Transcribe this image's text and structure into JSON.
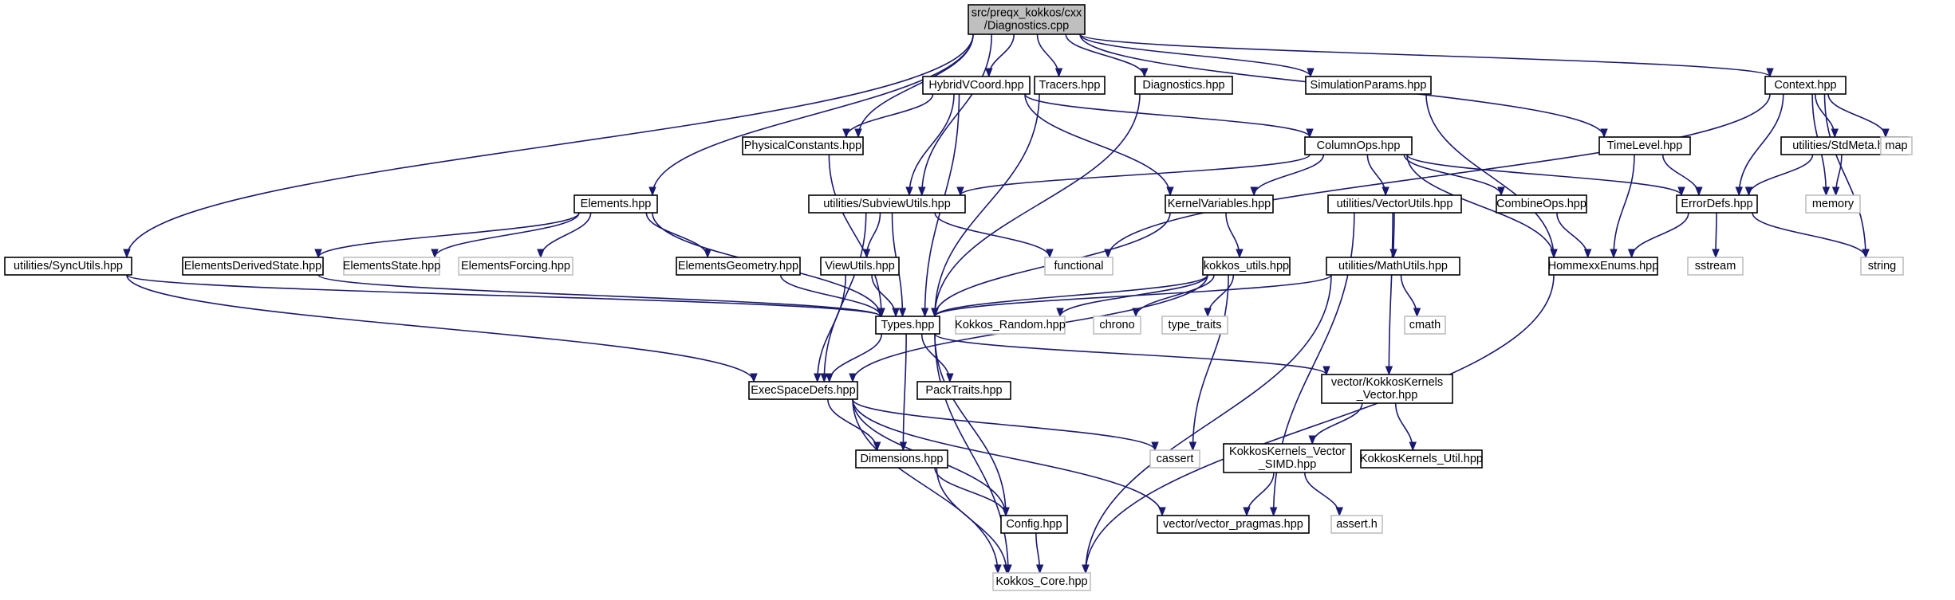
{
  "graph": {
    "nodes": [
      {
        "id": "diag_cpp",
        "lines": [
          "src/preqx_kokkos/cxx",
          "/Diagnostics.cpp"
        ],
        "style": "root"
      },
      {
        "id": "hybrid",
        "lines": [
          "HybridVCoord.hpp"
        ],
        "style": "solid"
      },
      {
        "id": "tracers",
        "lines": [
          "Tracers.hpp"
        ],
        "style": "solid"
      },
      {
        "id": "diag_hpp",
        "lines": [
          "Diagnostics.hpp"
        ],
        "style": "solid"
      },
      {
        "id": "simparams",
        "lines": [
          "SimulationParams.hpp"
        ],
        "style": "solid"
      },
      {
        "id": "context",
        "lines": [
          "Context.hpp"
        ],
        "style": "solid"
      },
      {
        "id": "physconst",
        "lines": [
          "PhysicalConstants.hpp"
        ],
        "style": "solid"
      },
      {
        "id": "columnops",
        "lines": [
          "ColumnOps.hpp"
        ],
        "style": "solid"
      },
      {
        "id": "timelevel",
        "lines": [
          "TimeLevel.hpp"
        ],
        "style": "solid"
      },
      {
        "id": "stdmeta",
        "lines": [
          "utilities/StdMeta.hpp"
        ],
        "style": "solid"
      },
      {
        "id": "map",
        "lines": [
          "map"
        ],
        "style": "gray"
      },
      {
        "id": "elements",
        "lines": [
          "Elements.hpp"
        ],
        "style": "solid"
      },
      {
        "id": "subview",
        "lines": [
          "utilities/SubviewUtils.hpp"
        ],
        "style": "solid"
      },
      {
        "id": "kernelvars",
        "lines": [
          "KernelVariables.hpp"
        ],
        "style": "solid"
      },
      {
        "id": "vectorutils",
        "lines": [
          "utilities/VectorUtils.hpp"
        ],
        "style": "solid"
      },
      {
        "id": "combineops",
        "lines": [
          "CombineOps.hpp"
        ],
        "style": "solid"
      },
      {
        "id": "errordefs",
        "lines": [
          "ErrorDefs.hpp"
        ],
        "style": "solid"
      },
      {
        "id": "memory",
        "lines": [
          "memory"
        ],
        "style": "gray"
      },
      {
        "id": "syncutils",
        "lines": [
          "utilities/SyncUtils.hpp"
        ],
        "style": "solid"
      },
      {
        "id": "elemderived",
        "lines": [
          "ElementsDerivedState.hpp"
        ],
        "style": "solid"
      },
      {
        "id": "elemstate",
        "lines": [
          "ElementsState.hpp"
        ],
        "style": "gray"
      },
      {
        "id": "elemforcing",
        "lines": [
          "ElementsForcing.hpp"
        ],
        "style": "gray"
      },
      {
        "id": "elemgeom",
        "lines": [
          "ElementsGeometry.hpp"
        ],
        "style": "solid"
      },
      {
        "id": "viewutils",
        "lines": [
          "ViewUtils.hpp"
        ],
        "style": "solid"
      },
      {
        "id": "functional",
        "lines": [
          "functional"
        ],
        "style": "gray"
      },
      {
        "id": "kokkosutils",
        "lines": [
          "kokkos_utils.hpp"
        ],
        "style": "solid"
      },
      {
        "id": "mathutils",
        "lines": [
          "utilities/MathUtils.hpp"
        ],
        "style": "solid"
      },
      {
        "id": "hommexx",
        "lines": [
          "HommexxEnums.hpp"
        ],
        "style": "solid"
      },
      {
        "id": "sstream",
        "lines": [
          "sstream"
        ],
        "style": "gray"
      },
      {
        "id": "string",
        "lines": [
          "string"
        ],
        "style": "gray"
      },
      {
        "id": "types",
        "lines": [
          "Types.hpp"
        ],
        "style": "solid"
      },
      {
        "id": "kokkosrandom",
        "lines": [
          "Kokkos_Random.hpp"
        ],
        "style": "gray"
      },
      {
        "id": "chrono",
        "lines": [
          "chrono"
        ],
        "style": "gray"
      },
      {
        "id": "typetraits",
        "lines": [
          "type_traits"
        ],
        "style": "gray"
      },
      {
        "id": "cmath",
        "lines": [
          "cmath"
        ],
        "style": "gray"
      },
      {
        "id": "execspace",
        "lines": [
          "ExecSpaceDefs.hpp"
        ],
        "style": "solid"
      },
      {
        "id": "packtraits",
        "lines": [
          "PackTraits.hpp"
        ],
        "style": "solid"
      },
      {
        "id": "kkvector",
        "lines": [
          "vector/KokkosKernels",
          "_Vector.hpp"
        ],
        "style": "solid"
      },
      {
        "id": "dimensions",
        "lines": [
          "Dimensions.hpp"
        ],
        "style": "solid"
      },
      {
        "id": "cassert",
        "lines": [
          "cassert"
        ],
        "style": "gray"
      },
      {
        "id": "kkvecsimd",
        "lines": [
          "KokkosKernels_Vector",
          "_SIMD.hpp"
        ],
        "style": "solid"
      },
      {
        "id": "kkutil",
        "lines": [
          "KokkosKernels_Util.hpp"
        ],
        "style": "solid"
      },
      {
        "id": "config",
        "lines": [
          "Config.hpp"
        ],
        "style": "solid"
      },
      {
        "id": "vecpragmas",
        "lines": [
          "vector/vector_pragmas.hpp"
        ],
        "style": "solid"
      },
      {
        "id": "asserth",
        "lines": [
          "assert.h"
        ],
        "style": "gray"
      },
      {
        "id": "kokkoscore",
        "lines": [
          "Kokkos_Core.hpp"
        ],
        "style": "gray"
      }
    ],
    "edges": [
      [
        "diag_cpp",
        "hybrid"
      ],
      [
        "diag_cpp",
        "tracers"
      ],
      [
        "diag_cpp",
        "diag_hpp"
      ],
      [
        "diag_cpp",
        "simparams"
      ],
      [
        "diag_cpp",
        "context"
      ],
      [
        "diag_cpp",
        "timelevel"
      ],
      [
        "diag_cpp",
        "physconst"
      ],
      [
        "diag_cpp",
        "subview"
      ],
      [
        "diag_cpp",
        "elements"
      ],
      [
        "diag_cpp",
        "syncutils"
      ],
      [
        "hybrid",
        "physconst"
      ],
      [
        "hybrid",
        "columnops"
      ],
      [
        "hybrid",
        "subview"
      ],
      [
        "hybrid",
        "kernelvars"
      ],
      [
        "hybrid",
        "types"
      ],
      [
        "tracers",
        "types"
      ],
      [
        "diag_hpp",
        "types"
      ],
      [
        "simparams",
        "hommexx"
      ],
      [
        "context",
        "functional"
      ],
      [
        "context",
        "errordefs"
      ],
      [
        "context",
        "stdmeta"
      ],
      [
        "context",
        "map"
      ],
      [
        "context",
        "memory"
      ],
      [
        "context",
        "string"
      ],
      [
        "physconst",
        "types"
      ],
      [
        "columnops",
        "subview"
      ],
      [
        "columnops",
        "kernelvars"
      ],
      [
        "columnops",
        "vectorutils"
      ],
      [
        "columnops",
        "combineops"
      ],
      [
        "columnops",
        "hommexx"
      ],
      [
        "columnops",
        "errordefs"
      ],
      [
        "timelevel",
        "errordefs"
      ],
      [
        "timelevel",
        "hommexx"
      ],
      [
        "stdmeta",
        "errordefs"
      ],
      [
        "stdmeta",
        "memory"
      ],
      [
        "elements",
        "elemderived"
      ],
      [
        "elements",
        "elemstate"
      ],
      [
        "elements",
        "elemforcing"
      ],
      [
        "elements",
        "elemgeom"
      ],
      [
        "elements",
        "types"
      ],
      [
        "subview",
        "viewutils"
      ],
      [
        "subview",
        "types"
      ],
      [
        "subview",
        "functional"
      ],
      [
        "subview",
        "execspace"
      ],
      [
        "kernelvars",
        "kokkosutils"
      ],
      [
        "kernelvars",
        "types"
      ],
      [
        "vectorutils",
        "mathutils"
      ],
      [
        "vectorutils",
        "kkvector"
      ],
      [
        "vectorutils",
        "vecpragmas"
      ],
      [
        "combineops",
        "hommexx"
      ],
      [
        "errordefs",
        "hommexx"
      ],
      [
        "errordefs",
        "sstream"
      ],
      [
        "errordefs",
        "string"
      ],
      [
        "syncutils",
        "types"
      ],
      [
        "syncutils",
        "execspace"
      ],
      [
        "elemderived",
        "types"
      ],
      [
        "elemgeom",
        "types"
      ],
      [
        "viewutils",
        "types"
      ],
      [
        "viewutils",
        "execspace"
      ],
      [
        "kokkosutils",
        "types"
      ],
      [
        "kokkosutils",
        "kokkosrandom"
      ],
      [
        "kokkosutils",
        "chrono"
      ],
      [
        "kokkosutils",
        "typetraits"
      ],
      [
        "kokkosutils",
        "execspace"
      ],
      [
        "kokkosutils",
        "cassert"
      ],
      [
        "mathutils",
        "types"
      ],
      [
        "mathutils",
        "cmath"
      ],
      [
        "mathutils",
        "kokkoscore"
      ],
      [
        "hommexx",
        "kokkoscore"
      ],
      [
        "types",
        "execspace"
      ],
      [
        "types",
        "packtraits"
      ],
      [
        "types",
        "kkvector"
      ],
      [
        "types",
        "dimensions"
      ],
      [
        "types",
        "config"
      ],
      [
        "types",
        "kokkoscore"
      ],
      [
        "execspace",
        "dimensions"
      ],
      [
        "execspace",
        "cassert"
      ],
      [
        "execspace",
        "config"
      ],
      [
        "execspace",
        "vecpragmas"
      ],
      [
        "execspace",
        "kokkoscore"
      ],
      [
        "kkvector",
        "kkvecsimd"
      ],
      [
        "kkvector",
        "kkutil"
      ],
      [
        "kkvecsimd",
        "vecpragmas"
      ],
      [
        "kkvecsimd",
        "asserth"
      ],
      [
        "dimensions",
        "config"
      ],
      [
        "dimensions",
        "kokkoscore"
      ],
      [
        "config",
        "kokkoscore"
      ]
    ]
  }
}
